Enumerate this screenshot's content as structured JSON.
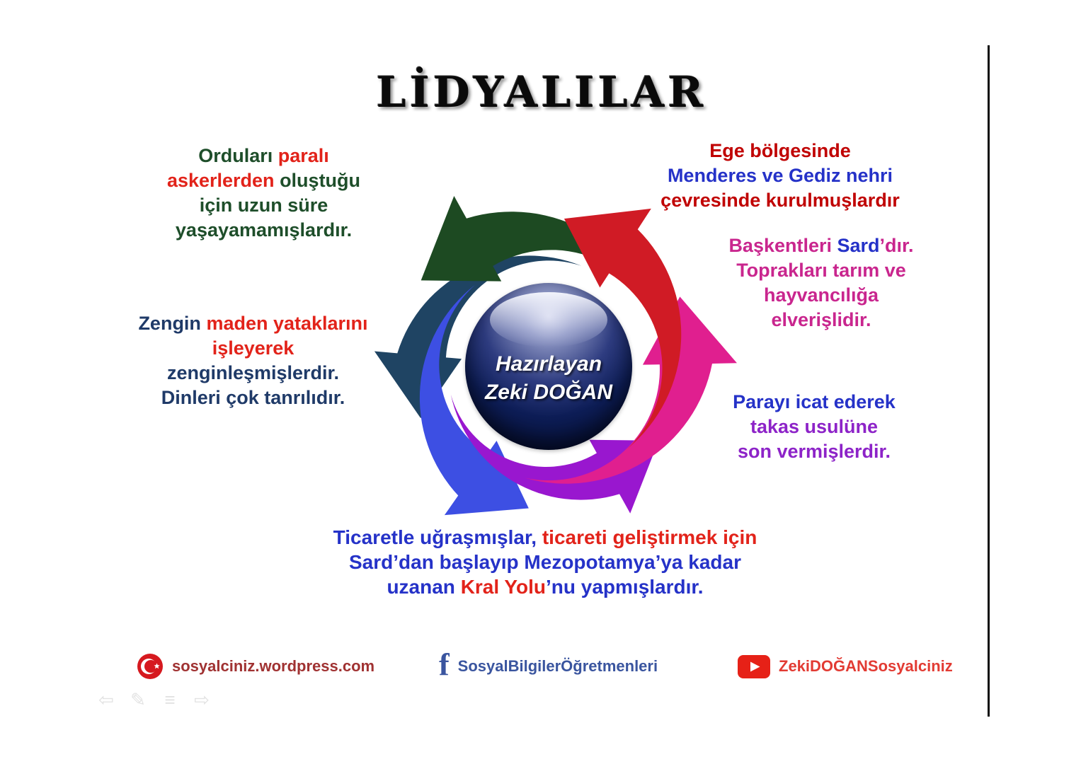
{
  "title": "LİDYALILAR",
  "center_badge": {
    "line1": "Hazırlayan",
    "line2": "Zeki DOĞAN"
  },
  "notes": {
    "armies": {
      "lines": [
        {
          "segs": [
            {
              "t": "Orduları ",
              "c": "green"
            },
            {
              "t": "paralı",
              "c": "red"
            }
          ]
        },
        {
          "segs": [
            {
              "t": "askerlerden",
              "c": "red"
            },
            {
              "t": " oluştuğu",
              "c": "green"
            }
          ]
        },
        {
          "segs": [
            {
              "t": "için uzun süre",
              "c": "green"
            }
          ]
        },
        {
          "segs": [
            {
              "t": "yaşayamamışlardır.",
              "c": "green"
            }
          ]
        }
      ]
    },
    "ege": {
      "lines": [
        {
          "segs": [
            {
              "t": "Ege bölgesinde",
              "c": "darkred"
            }
          ]
        },
        {
          "segs": [
            {
              "t": "Menderes ve Gediz nehri",
              "c": "blue"
            }
          ]
        },
        {
          "segs": [
            {
              "t": "çevresinde kurulmuşlardır",
              "c": "darkred"
            }
          ]
        }
      ]
    },
    "capital": {
      "lines": [
        {
          "segs": [
            {
              "t": "Başkentleri ",
              "c": "pink"
            },
            {
              "t": "Sard",
              "c": "blue"
            },
            {
              "t": "’dır.",
              "c": "pink"
            }
          ]
        },
        {
          "segs": [
            {
              "t": "Toprakları tarım ve",
              "c": "pink"
            }
          ]
        },
        {
          "segs": [
            {
              "t": "hayvancılığa",
              "c": "pink"
            }
          ]
        },
        {
          "segs": [
            {
              "t": "elverişlidir.",
              "c": "pink"
            }
          ]
        }
      ]
    },
    "mines": {
      "lines": [
        {
          "segs": [
            {
              "t": "Zengin ",
              "c": "navy"
            },
            {
              "t": "maden yataklarını",
              "c": "red"
            }
          ]
        },
        {
          "segs": [
            {
              "t": "işleyerek",
              "c": "red"
            }
          ]
        },
        {
          "segs": [
            {
              "t": "zenginleşmişlerdir.",
              "c": "navy"
            }
          ]
        },
        {
          "segs": [
            {
              "t": "Dinleri çok tanrılıdır.",
              "c": "navy"
            }
          ]
        }
      ]
    },
    "money": {
      "lines": [
        {
          "segs": [
            {
              "t": "Parayı icat ederek",
              "c": "blue"
            }
          ]
        },
        {
          "segs": [
            {
              "t": "takas usulüne",
              "c": "purple"
            }
          ]
        },
        {
          "segs": [
            {
              "t": "son vermişlerdir.",
              "c": "purple"
            }
          ]
        }
      ]
    },
    "trade": {
      "lines": [
        {
          "segs": [
            {
              "t": "Ticaretle uğraşmışlar, ",
              "c": "blue"
            },
            {
              "t": "ticareti geliştirmek için",
              "c": "red"
            }
          ]
        },
        {
          "segs": [
            {
              "t": "Sard’dan başlayıp Mezopotamya’ya kadar",
              "c": "blue"
            }
          ]
        },
        {
          "segs": [
            {
              "t": "uzanan ",
              "c": "blue"
            },
            {
              "t": "Kral Yolu",
              "c": "red"
            },
            {
              "t": "’nu yapmışlardır.",
              "c": "blue"
            }
          ]
        }
      ]
    }
  },
  "text_colors": {
    "green": "#1e4e2a",
    "red": "#e2231a",
    "darkred": "#c00000",
    "blue": "#2532c8",
    "navy": "#1f3a68",
    "pink": "#c9268e",
    "purple": "#8d23c8"
  },
  "diagram": {
    "arrows": [
      {
        "name": "teal",
        "color": "#1f4463"
      },
      {
        "name": "blue",
        "color": "#3d4fe3"
      },
      {
        "name": "purple",
        "color": "#9917cf"
      },
      {
        "name": "pink",
        "color": "#e01f8f"
      },
      {
        "name": "green",
        "color": "#1d4a22"
      },
      {
        "name": "red",
        "color": "#d01b25"
      }
    ]
  },
  "footer": {
    "items": [
      {
        "icon": "turkish-flag-icon",
        "label": "sosyalciniz.wordpress.com"
      },
      {
        "icon": "facebook-icon",
        "glyph": "f",
        "label": "SosyalBilgilerÖğretmenleri"
      },
      {
        "icon": "youtube-icon",
        "label": "ZekiDOĞANSosyalciniz"
      }
    ]
  },
  "nav_controls": {
    "items": [
      {
        "name": "previous",
        "glyph": "⇦"
      },
      {
        "name": "pen",
        "glyph": "✎"
      },
      {
        "name": "menu",
        "glyph": "≡"
      },
      {
        "name": "next",
        "glyph": "⇨"
      }
    ]
  }
}
